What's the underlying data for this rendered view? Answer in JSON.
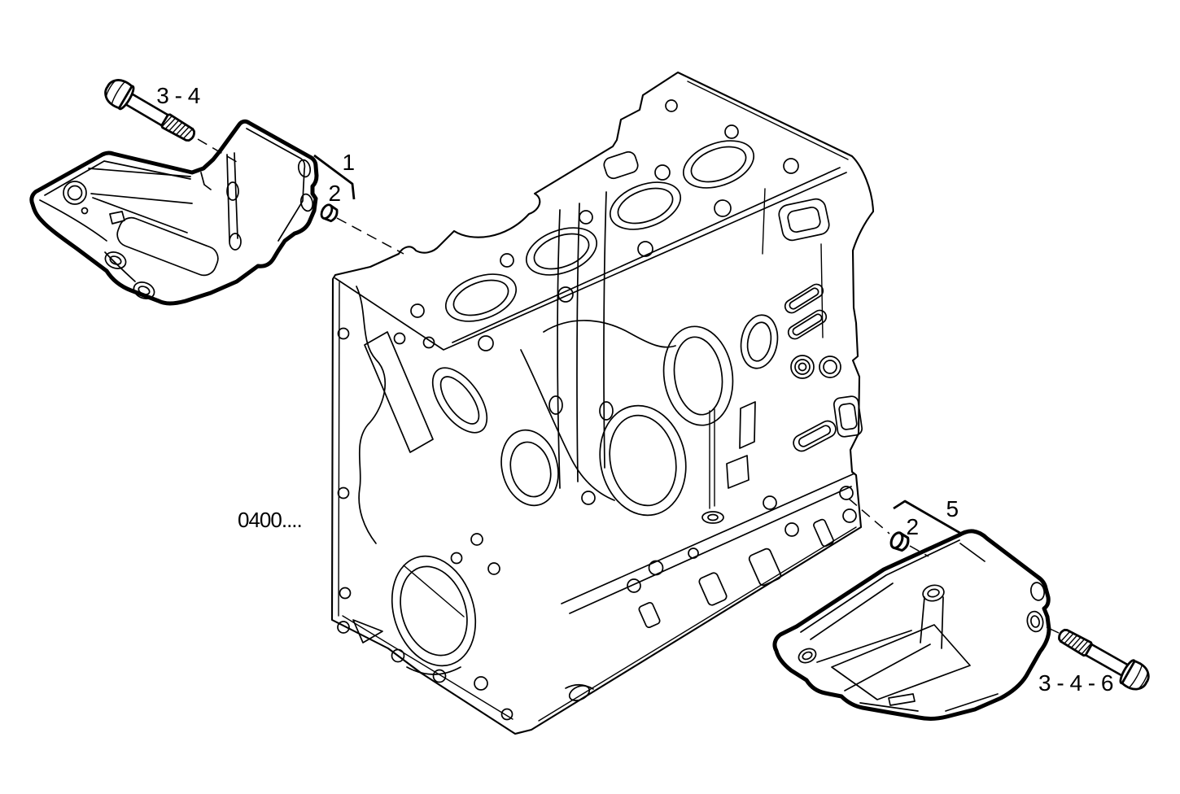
{
  "diagram": {
    "background_color": "#ffffff",
    "line_color": "#000000",
    "reference_code": "0400....",
    "callouts": [
      {
        "id": "bolt-upper",
        "label": "3 - 4"
      },
      {
        "id": "bracket-upper",
        "label": "1"
      },
      {
        "id": "dowel-upper",
        "label": "2"
      },
      {
        "id": "bracket-lower",
        "label": "5"
      },
      {
        "id": "dowel-lower",
        "label": "2"
      },
      {
        "id": "bolt-lower",
        "label": "3 - 4 - 6"
      }
    ]
  }
}
